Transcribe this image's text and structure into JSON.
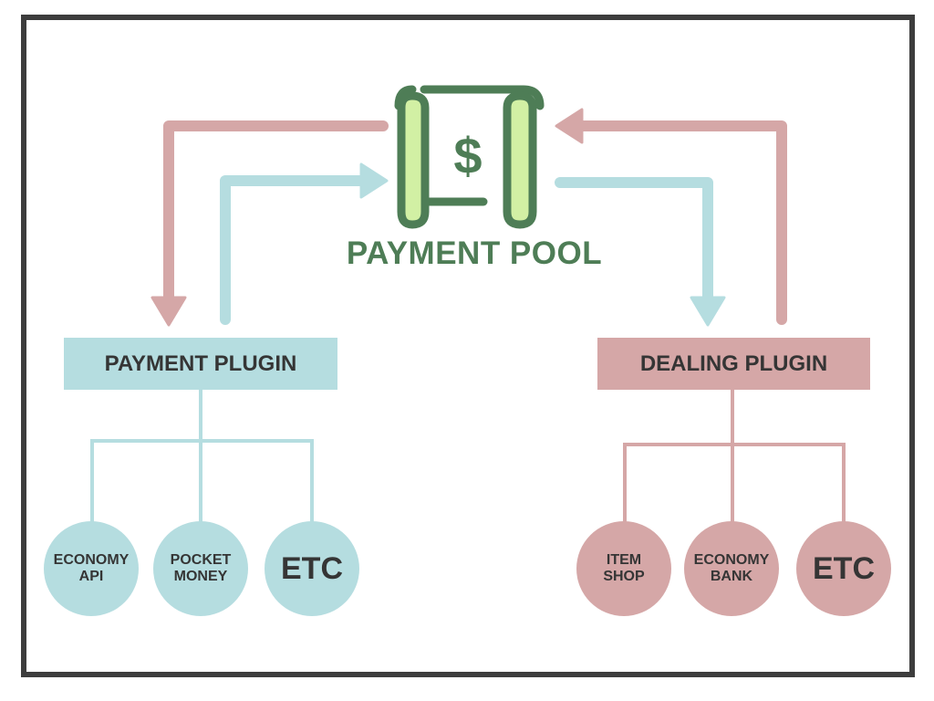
{
  "pool": {
    "title": "PAYMENT POOL",
    "icon": "scroll-dollar-icon",
    "icon_symbol": "$"
  },
  "payment_plugin": {
    "label": "PAYMENT PLUGIN",
    "children": [
      {
        "label": "ECONOMY\nAPI"
      },
      {
        "label": "POCKET\nMONEY"
      },
      {
        "label": "ETC"
      }
    ]
  },
  "dealing_plugin": {
    "label": "DEALING PLUGIN",
    "children": [
      {
        "label": "ITEM\nSHOP"
      },
      {
        "label": "ECONOMY\nBANK"
      },
      {
        "label": "ETC"
      }
    ]
  },
  "colors": {
    "blue": "#b5dde0",
    "pink": "#d5a7a7",
    "green": "#4e7d56",
    "light_green": "#d2f0a4",
    "text": "#353535",
    "border": "#3d3d3d"
  }
}
